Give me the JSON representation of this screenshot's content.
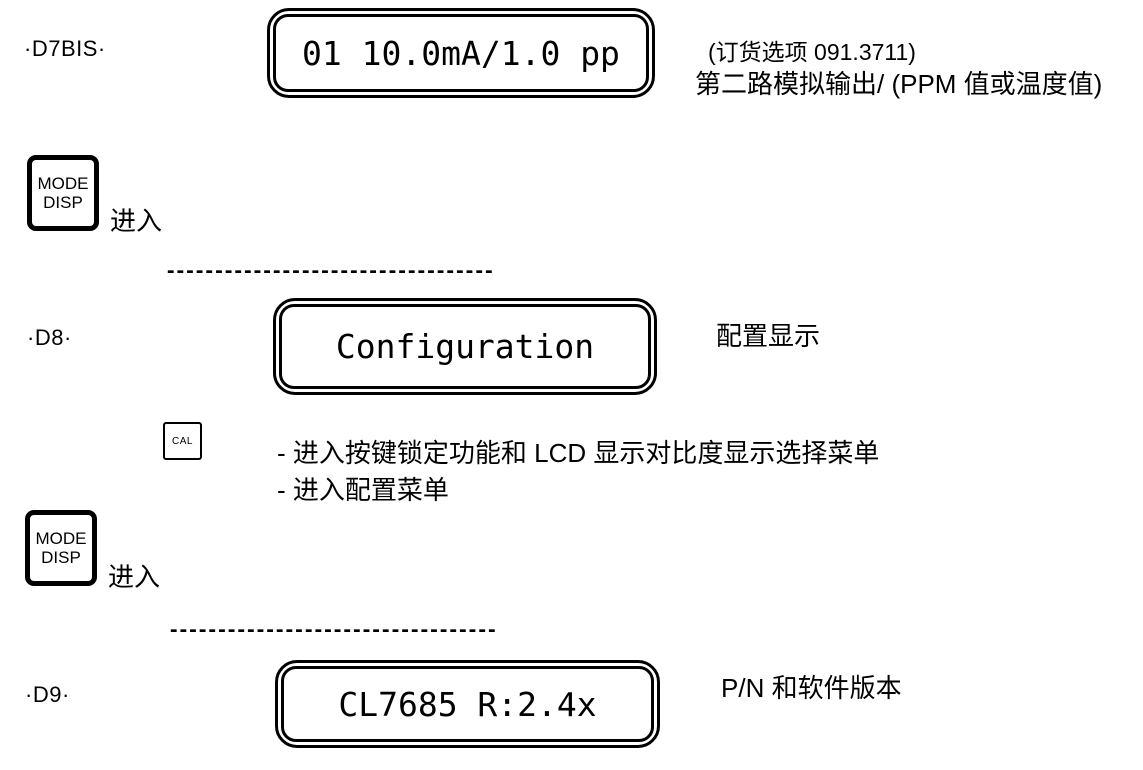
{
  "colors": {
    "ink": "#000000",
    "paper": "#ffffff"
  },
  "steps": {
    "d7bis": {
      "label": "·D7BIS·",
      "display_text": "01 10.0mA/1.0 pp",
      "note_line1": "(订货选项 091.3711)",
      "note_line2": "第二路模拟输出/ (PPM 值或温度值)"
    },
    "d8": {
      "label": "·D8·",
      "display_text": "Configuration",
      "note": "配置显示"
    },
    "d9": {
      "label": "·D9·",
      "display_text": "CL7685 R:2.4x",
      "note": "P/N 和软件版本"
    }
  },
  "keys": {
    "mode_disp": {
      "line1": "MODE",
      "line2": "DISP",
      "action_label": "进入"
    },
    "cal": {
      "label": "CAL",
      "note_line1": "- 进入按键锁定功能和 LCD 显示对比度显示选择菜单",
      "note_line2": "- 进入配置菜单"
    }
  },
  "divider_dashes": "----------------------------------"
}
